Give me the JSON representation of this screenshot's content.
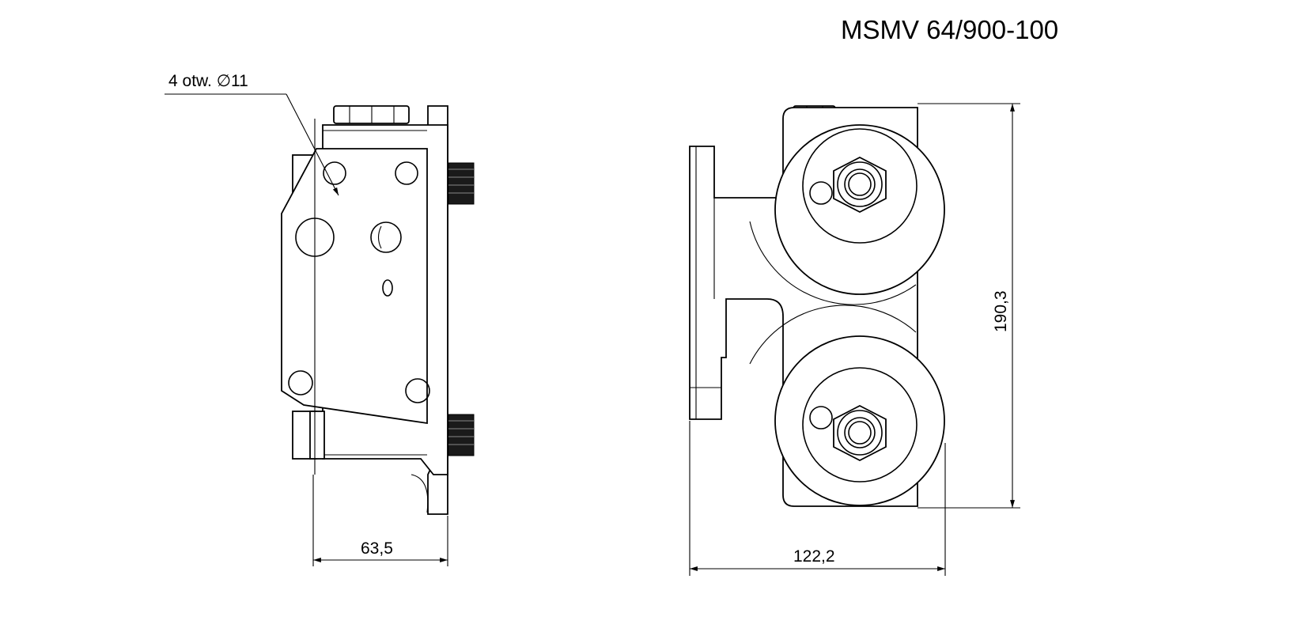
{
  "drawing": {
    "title": "MSMV 64/900-100",
    "hole_note": "4 otw.  ∅11",
    "dimensions": {
      "side_width": "63,5",
      "front_width": "122,2",
      "front_height": "190,3"
    }
  }
}
